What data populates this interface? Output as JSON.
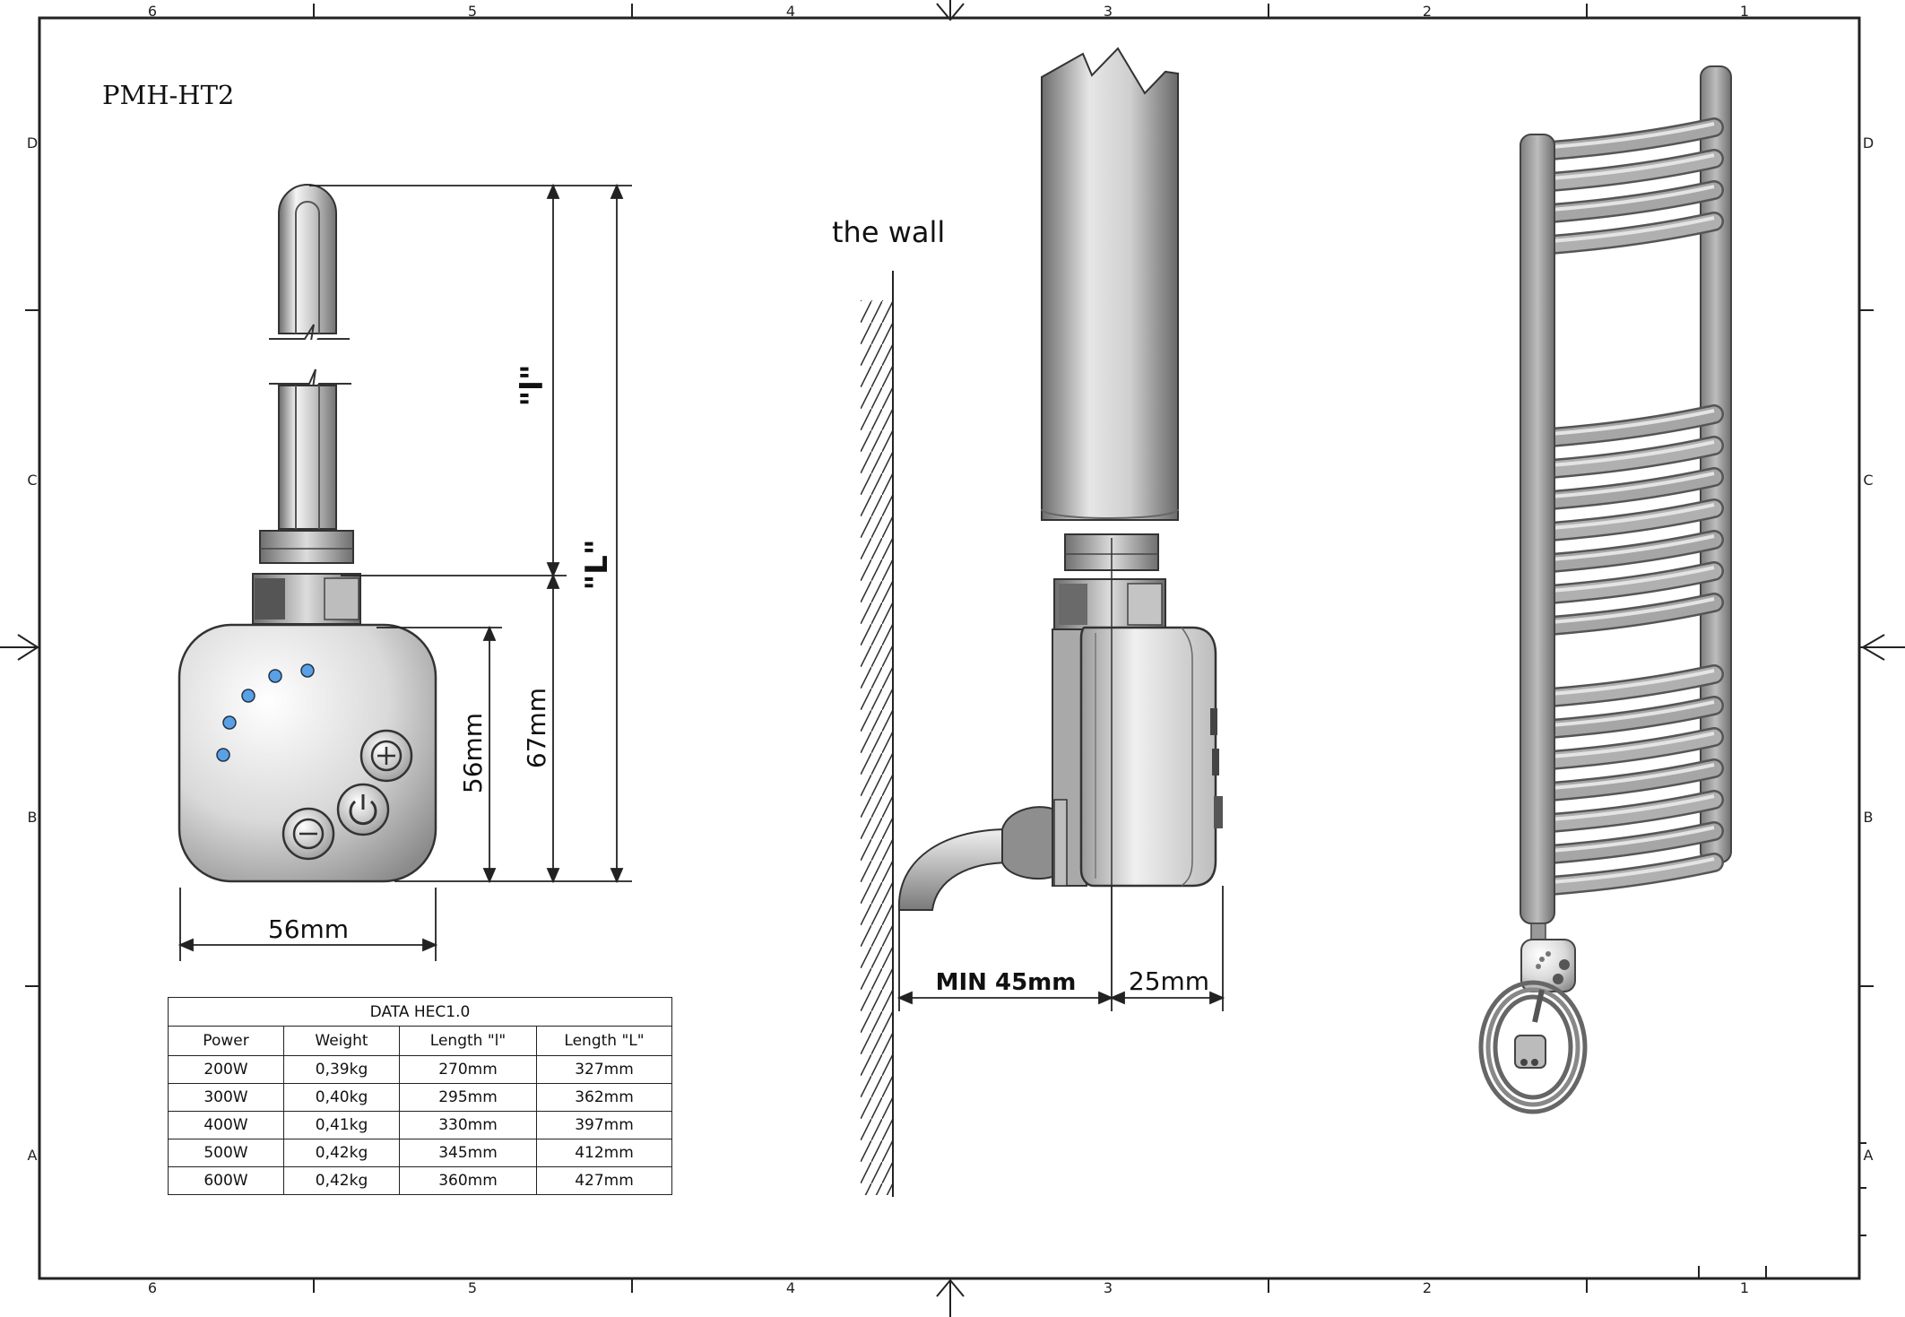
{
  "drawing": {
    "model": "PMH-HT2",
    "wall_label": "the wall",
    "dim_l_small": "\"l\"",
    "dim_L_large": "\"L\"",
    "dim_56_height": "56mm",
    "dim_67_height": "67mm",
    "dim_56_width": "56mm",
    "dim_min_45": "MIN 45mm",
    "dim_25": "25mm",
    "column_zones": [
      "6",
      "5",
      "4",
      "3",
      "2",
      "1"
    ],
    "row_zones": [
      "D",
      "C",
      "B",
      "A"
    ]
  },
  "table": {
    "title": "DATA HEC1.0",
    "headers": [
      "Power",
      "Weight",
      "Length \"l\"",
      "Length \"L\""
    ],
    "rows": [
      [
        "200W",
        "0,39kg",
        "270mm",
        "327mm"
      ],
      [
        "300W",
        "0,40kg",
        "295mm",
        "362mm"
      ],
      [
        "400W",
        "0,41kg",
        "330mm",
        "397mm"
      ],
      [
        "500W",
        "0,42kg",
        "345mm",
        "412mm"
      ],
      [
        "600W",
        "0,42kg",
        "360mm",
        "427mm"
      ]
    ]
  },
  "colors": {
    "frame": "#222222",
    "led": "#5aa0e6",
    "metal_light": "#f2f2f2",
    "metal_dark": "#7a7a7a",
    "radiator": "#9a9a9a"
  }
}
